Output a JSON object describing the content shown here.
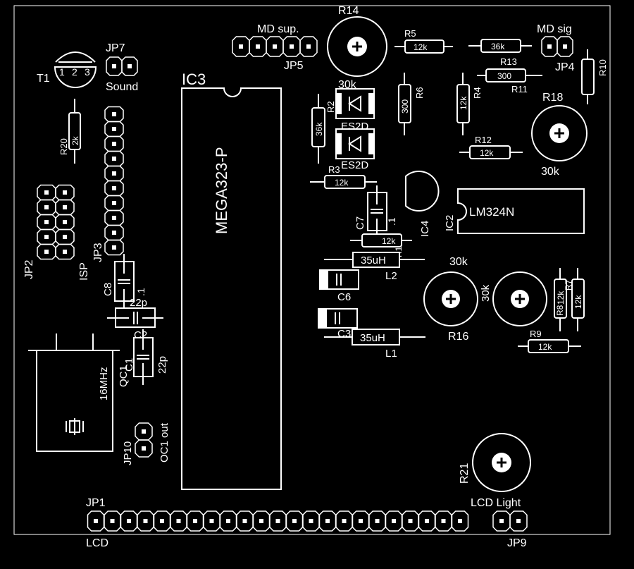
{
  "board": {
    "ic3": {
      "ref": "IC3",
      "part": "MEGA323-P"
    },
    "ic2": {
      "ref": "IC2",
      "part": "LM324N"
    },
    "ic4": {
      "ref": "IC4"
    },
    "t1": {
      "ref": "T1",
      "pins": [
        "1",
        "2",
        "3"
      ]
    },
    "jp7": {
      "ref": "JP7",
      "label": "Sound"
    },
    "jp5": {
      "ref": "JP5",
      "label": "MD sup."
    },
    "jp4": {
      "ref": "JP4",
      "label": "MD sig"
    },
    "jp3": {
      "ref": "JP3"
    },
    "jp2": {
      "ref": "JP2",
      "label": "ISP"
    },
    "jp10": {
      "ref": "JP10",
      "label": "OC1 out"
    },
    "jp1": {
      "ref": "JP1",
      "label": "LCD"
    },
    "jp9": {
      "ref": "JP9",
      "label": "LCD Light"
    },
    "qc1": {
      "ref": "QC1",
      "value": "16MHz"
    },
    "r14": {
      "ref": "R14",
      "value": "30k"
    },
    "r18": {
      "ref": "R18",
      "value": "30k"
    },
    "r16": {
      "ref": "R16",
      "value": "30k"
    },
    "r16b": {
      "value": "30k"
    },
    "r21": {
      "ref": "R21"
    },
    "r5": {
      "ref": "R5",
      "value": "12k"
    },
    "r13": {
      "ref": "R13",
      "value": "36k"
    },
    "r11": {
      "ref": "R11",
      "value": "300"
    },
    "r10": {
      "ref": "R10"
    },
    "r6": {
      "ref": "R6",
      "value": "300"
    },
    "r4": {
      "ref": "R4",
      "value": "12k"
    },
    "r2": {
      "ref": "R2",
      "value": "36k"
    },
    "r12": {
      "ref": "R12",
      "value": "12k"
    },
    "r3": {
      "ref": "R3",
      "value": "12k"
    },
    "r1": {
      "ref": "R1",
      "value": "12k"
    },
    "r20": {
      "ref": "R20",
      "value": "2k"
    },
    "r8": {
      "ref": "R8",
      "value": "12k"
    },
    "r7": {
      "ref": "R7",
      "value": "12k"
    },
    "r9": {
      "ref": "R9",
      "value": "12k"
    },
    "d1": {
      "ref": "ES2D"
    },
    "d2": {
      "ref": "ES2D"
    },
    "l1": {
      "ref": "L1",
      "value": "35uH"
    },
    "l2": {
      "ref": "L2",
      "value": "35uH"
    },
    "c7": {
      "ref": "C7",
      "value": ".1"
    },
    "c8": {
      "ref": "C8",
      "value": ".1"
    },
    "c6": {
      "ref": "C6"
    },
    "c3": {
      "ref": "C3"
    },
    "c2": {
      "ref": "C2",
      "value": "22p"
    },
    "c1": {
      "ref": "C1",
      "value": "22p"
    }
  }
}
